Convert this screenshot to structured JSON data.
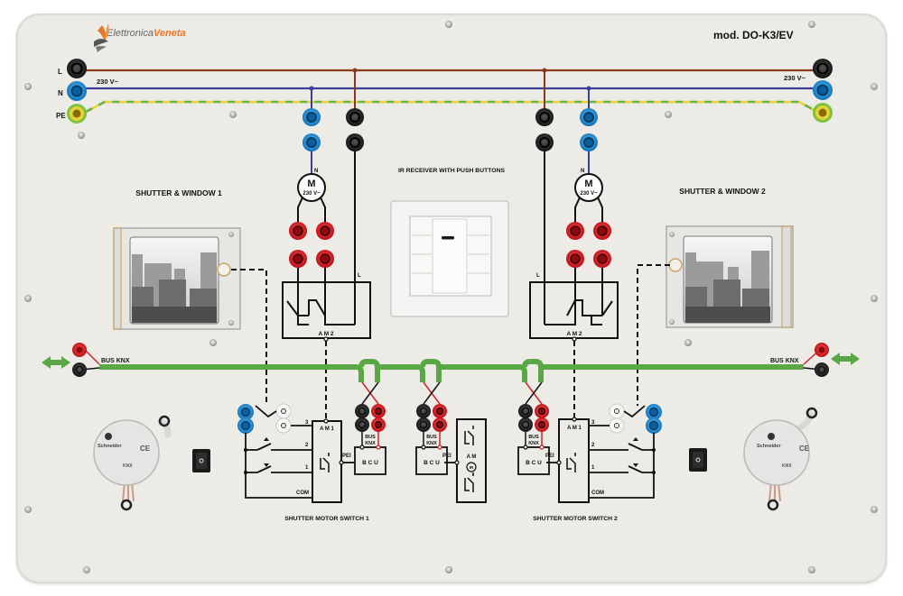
{
  "panel": {
    "brand_prefix": "Elettronica",
    "brand_suffix": "Veneta",
    "model": "mod.  DO-K3/EV",
    "colors": {
      "board": "#ecebe6",
      "line_L": "#8a3a1c",
      "line_N": "#3a3f9a",
      "line_PE_green": "#6ab04c",
      "line_PE_yellow": "#e8d23a",
      "bus_knx": "#5aa845",
      "socket_red": "#d42028",
      "socket_black": "#1e1e1e",
      "socket_blue": "#1e88d0",
      "brand_orange": "#e8782a"
    }
  },
  "supply": {
    "left_labels": [
      "L",
      "N",
      "PE"
    ],
    "voltage_left": "230 V~",
    "voltage_right": "230 V~"
  },
  "sections": {
    "window1_title": "SHUTTER & WINDOW 1",
    "window2_title": "SHUTTER & WINDOW 2",
    "ir_title": "IR RECEIVER WITH PUSH BUTTONS",
    "switch1_title": "SHUTTER MOTOR SWITCH 1",
    "switch2_title": "SHUTTER MOTOR SWITCH 2"
  },
  "motor": {
    "symbol": "M",
    "voltage": "230 V~",
    "neutral_label": "N",
    "line_label": "L",
    "actuator_label": "A M 2"
  },
  "bus": {
    "label_left": "BUS  KNX",
    "label_right": "BUS  KNX",
    "bus_knx_short": "BUS KNX"
  },
  "switch_module": {
    "actuator_label": "A M 1",
    "terminals": [
      "3",
      "2",
      "1"
    ],
    "com_label": "COM",
    "pei_label": "PEI",
    "bcu_label": "B C U"
  },
  "ir_module": {
    "am_label": "A M",
    "ir_badge": "IR"
  }
}
